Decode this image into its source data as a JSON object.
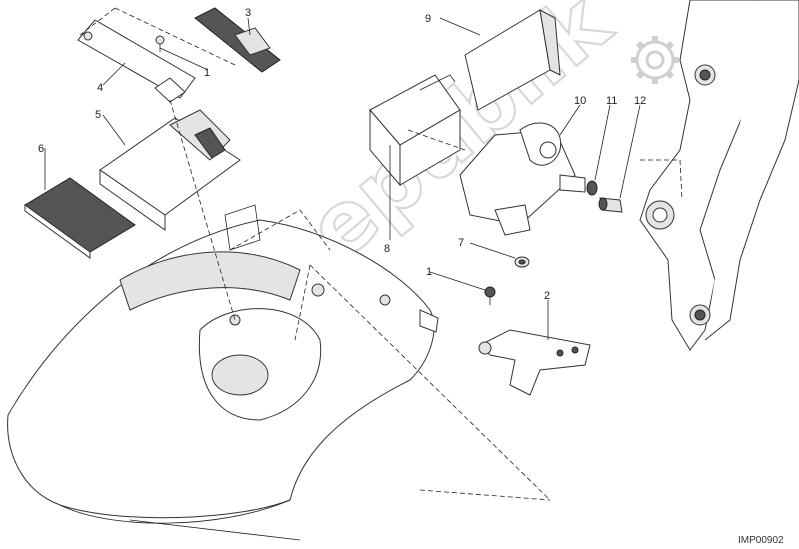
{
  "watermark": {
    "text": "PartsRepublik",
    "color": "#d8d8d8"
  },
  "callouts": [
    {
      "id": "c1a",
      "label": "1"
    },
    {
      "id": "c2",
      "label": "2"
    },
    {
      "id": "c3",
      "label": "3"
    },
    {
      "id": "c4",
      "label": "4"
    },
    {
      "id": "c5",
      "label": "5"
    },
    {
      "id": "c6",
      "label": "6"
    },
    {
      "id": "c7",
      "label": "7"
    },
    {
      "id": "c8",
      "label": "8"
    },
    {
      "id": "c9",
      "label": "9"
    },
    {
      "id": "c10",
      "label": "10"
    },
    {
      "id": "c11",
      "label": "11"
    },
    {
      "id": "c12",
      "label": "12"
    },
    {
      "id": "c1b",
      "label": "1"
    }
  ],
  "reference_code": "IMP00902",
  "icons": {
    "watermark_logo": "gear-icon"
  }
}
